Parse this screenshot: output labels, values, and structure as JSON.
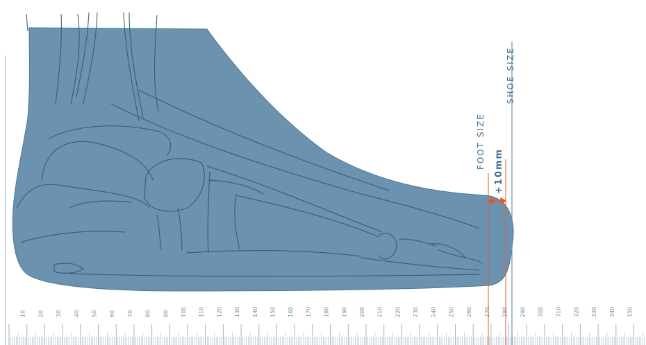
{
  "labels": {
    "shoe_size": "SHOE SIZE",
    "foot_size": "FOOT SIZE",
    "allowance": "+10mm"
  },
  "ruler": {
    "major_values": [
      10,
      20,
      30,
      40,
      50,
      60,
      70,
      80,
      90,
      100,
      110,
      120,
      130,
      140,
      150,
      160,
      170,
      180,
      190,
      200,
      210,
      220,
      230,
      240,
      250,
      260,
      270,
      280,
      290,
      300,
      310,
      320,
      330,
      340,
      350
    ],
    "foot_length_mm": 270,
    "shoe_length_mm": 280
  },
  "colors": {
    "foot_fill": "#5e8aa8",
    "outline": "#2f5873",
    "label": "#3d6e8d",
    "arrow": "#e4582b",
    "ruler": "#9db3c4"
  }
}
